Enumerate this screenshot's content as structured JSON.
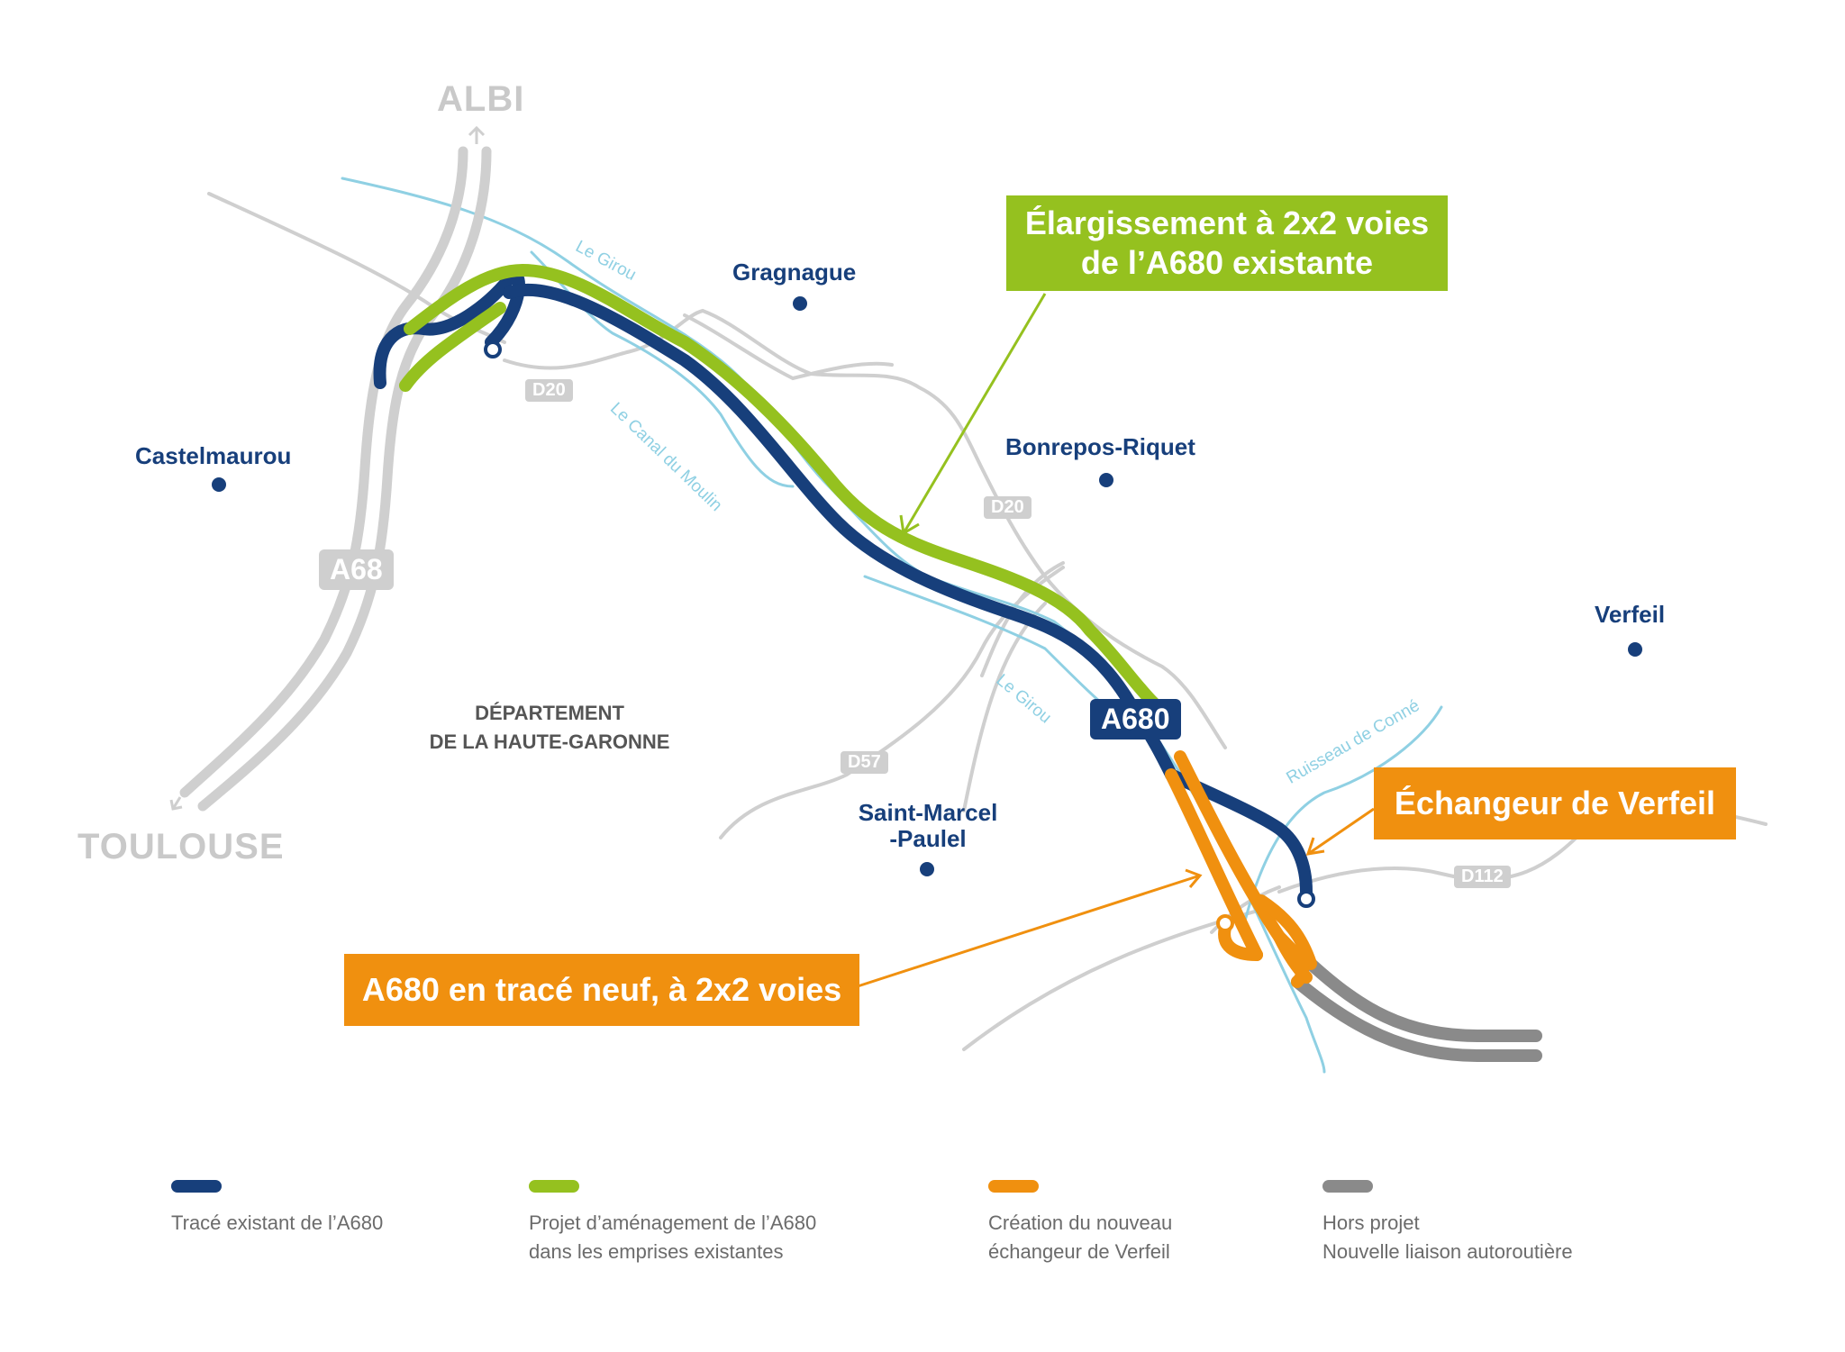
{
  "colors": {
    "existing": "#173f7b",
    "widening": "#95c11f",
    "new_interchange": "#f0900f",
    "out_of_scope": "#8a8a8a",
    "secondary_road": "#cfcfcf",
    "river": "#8fd0e3"
  },
  "cities": {
    "albi": "ALBI",
    "toulouse": "TOULOUSE"
  },
  "towns": {
    "gragnague": "Gragnague",
    "castelmaurou": "Castelmaurou",
    "bonrepos": "Bonrepos-Riquet",
    "verfeil": "Verfeil",
    "saint_marcel_1": "Saint-Marcel",
    "saint_marcel_2": "-Paulel"
  },
  "department": {
    "line1": "DÉPARTEMENT",
    "line2": "DE LA HAUTE-GARONNE"
  },
  "roads": {
    "a68": "A68",
    "a680": "A680",
    "d20_a": "D20",
    "d20_b": "D20",
    "d57": "D57",
    "d112": "D112"
  },
  "rivers": {
    "girou_1": "Le Girou",
    "canal": "Le Canal du Moulin",
    "girou_2": "Le Girou",
    "conne": "Ruisseau de Conné"
  },
  "callouts": {
    "widening_line1": "Élargissement à 2x2 voies",
    "widening_line2": "de l’A680 existante",
    "interchange": "Échangeur de Verfeil",
    "new_route": "A680 en tracé neuf, à 2x2 voies"
  },
  "legend": [
    {
      "color": "#173f7b",
      "line1": "Tracé existant de l’A680",
      "line2": ""
    },
    {
      "color": "#95c11f",
      "line1": "Projet d’aménagement de l’A680",
      "line2": "dans les emprises existantes"
    },
    {
      "color": "#f0900f",
      "line1": "Création du nouveau",
      "line2": "échangeur de Verfeil"
    },
    {
      "color": "#8a8a8a",
      "line1": "Hors projet",
      "line2": "Nouvelle liaison autoroutière"
    }
  ]
}
